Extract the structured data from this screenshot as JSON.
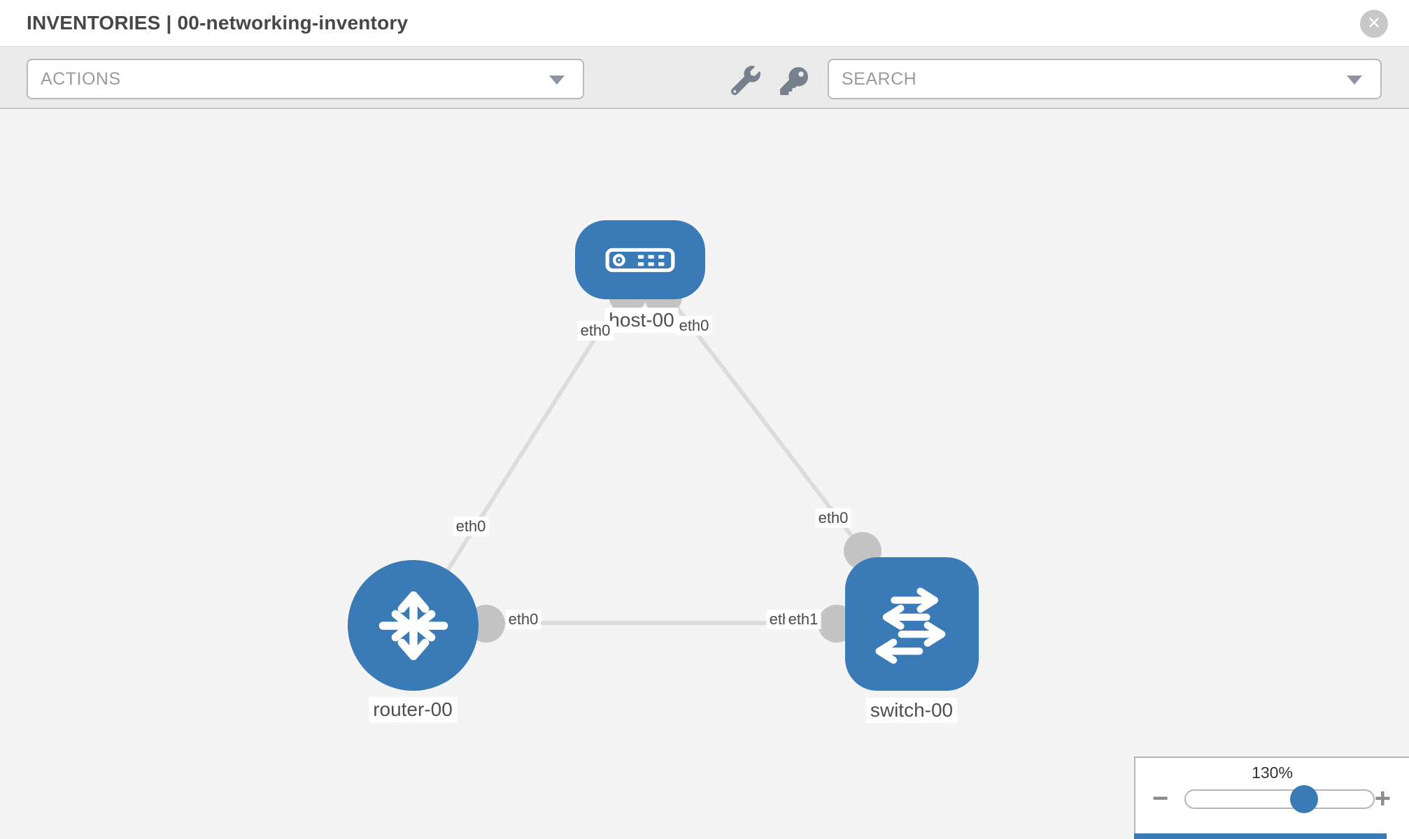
{
  "header": {
    "title": "INVENTORIES | 00-networking-inventory",
    "close_icon": "x-circle"
  },
  "toolbar": {
    "actions_placeholder": "ACTIONS",
    "search_placeholder": "SEARCH",
    "icons": [
      "wrench-icon",
      "key-icon"
    ]
  },
  "colors": {
    "node_blue": "#3a7ab6",
    "edge_gray": "#dcdcdc",
    "port_gray": "#c3c3c3",
    "canvas_bg": "#f4f4f4",
    "toolbar_bg": "#ebebeb"
  },
  "topology": {
    "nodes": [
      {
        "id": "host-00",
        "type": "host",
        "label": "host-00"
      },
      {
        "id": "router-00",
        "type": "router",
        "label": "router-00"
      },
      {
        "id": "switch-00",
        "type": "switch",
        "label": "switch-00"
      }
    ],
    "links": [
      {
        "from": "host-00",
        "from_if": "eth0",
        "to": "router-00",
        "to_if": "eth0"
      },
      {
        "from": "host-00",
        "from_if": "eth0",
        "to": "switch-00",
        "to_if": "eth0"
      },
      {
        "from": "router-00",
        "from_if": "eth0",
        "to": "switch-00",
        "to_if": "eth1"
      }
    ],
    "iface_labels": [
      {
        "text": "eth0"
      },
      {
        "text": "eth0"
      },
      {
        "text": "eth0"
      },
      {
        "text": "eth0"
      },
      {
        "text": "eth0"
      },
      {
        "text": "eth0"
      },
      {
        "text": "eth1"
      }
    ]
  },
  "zoom_control": {
    "level": "130%",
    "minus": "−",
    "plus": "+",
    "value_percent": 63
  },
  "close_glyph": "✕"
}
